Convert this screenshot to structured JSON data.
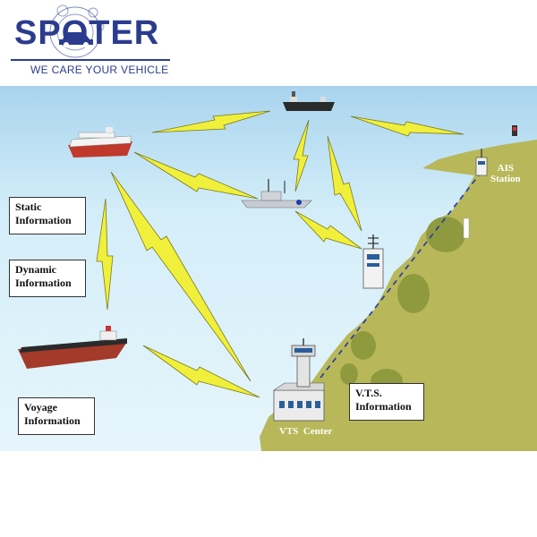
{
  "logo": {
    "brand": "SPOTER",
    "tagline": "WE CARE YOUR VEHICLE"
  },
  "diagram": {
    "labels": {
      "static": [
        "Static",
        "Information"
      ],
      "dynamic": [
        "Dynamic",
        "Information"
      ],
      "voyage": [
        "Voyage",
        "Information"
      ],
      "vts_info": [
        "V.T.S.",
        "Information"
      ],
      "vts_center": "VTS  Center",
      "ais_station": [
        "AIS",
        "Station"
      ]
    },
    "colors": {
      "sky": "#b9def0",
      "sea": "#dcf0f8",
      "land": "#b8b85a",
      "land_dark": "#8f9a3e",
      "bolt": "#f0f03c",
      "brand": "#2b3c8f"
    }
  }
}
